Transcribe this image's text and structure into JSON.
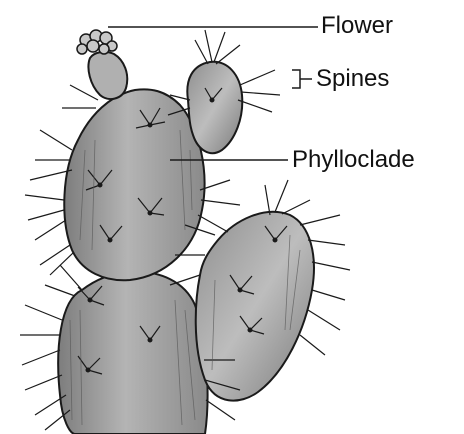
{
  "diagram": {
    "labels": {
      "flower": "Flower",
      "spines": "Spines",
      "phylloclade": "Phylloclade"
    },
    "colors": {
      "stem_fill": "#a9a9a9",
      "stem_dark": "#6e6e6e",
      "outline": "#1a1a1a",
      "flower_fill": "#c8c8c8"
    }
  }
}
